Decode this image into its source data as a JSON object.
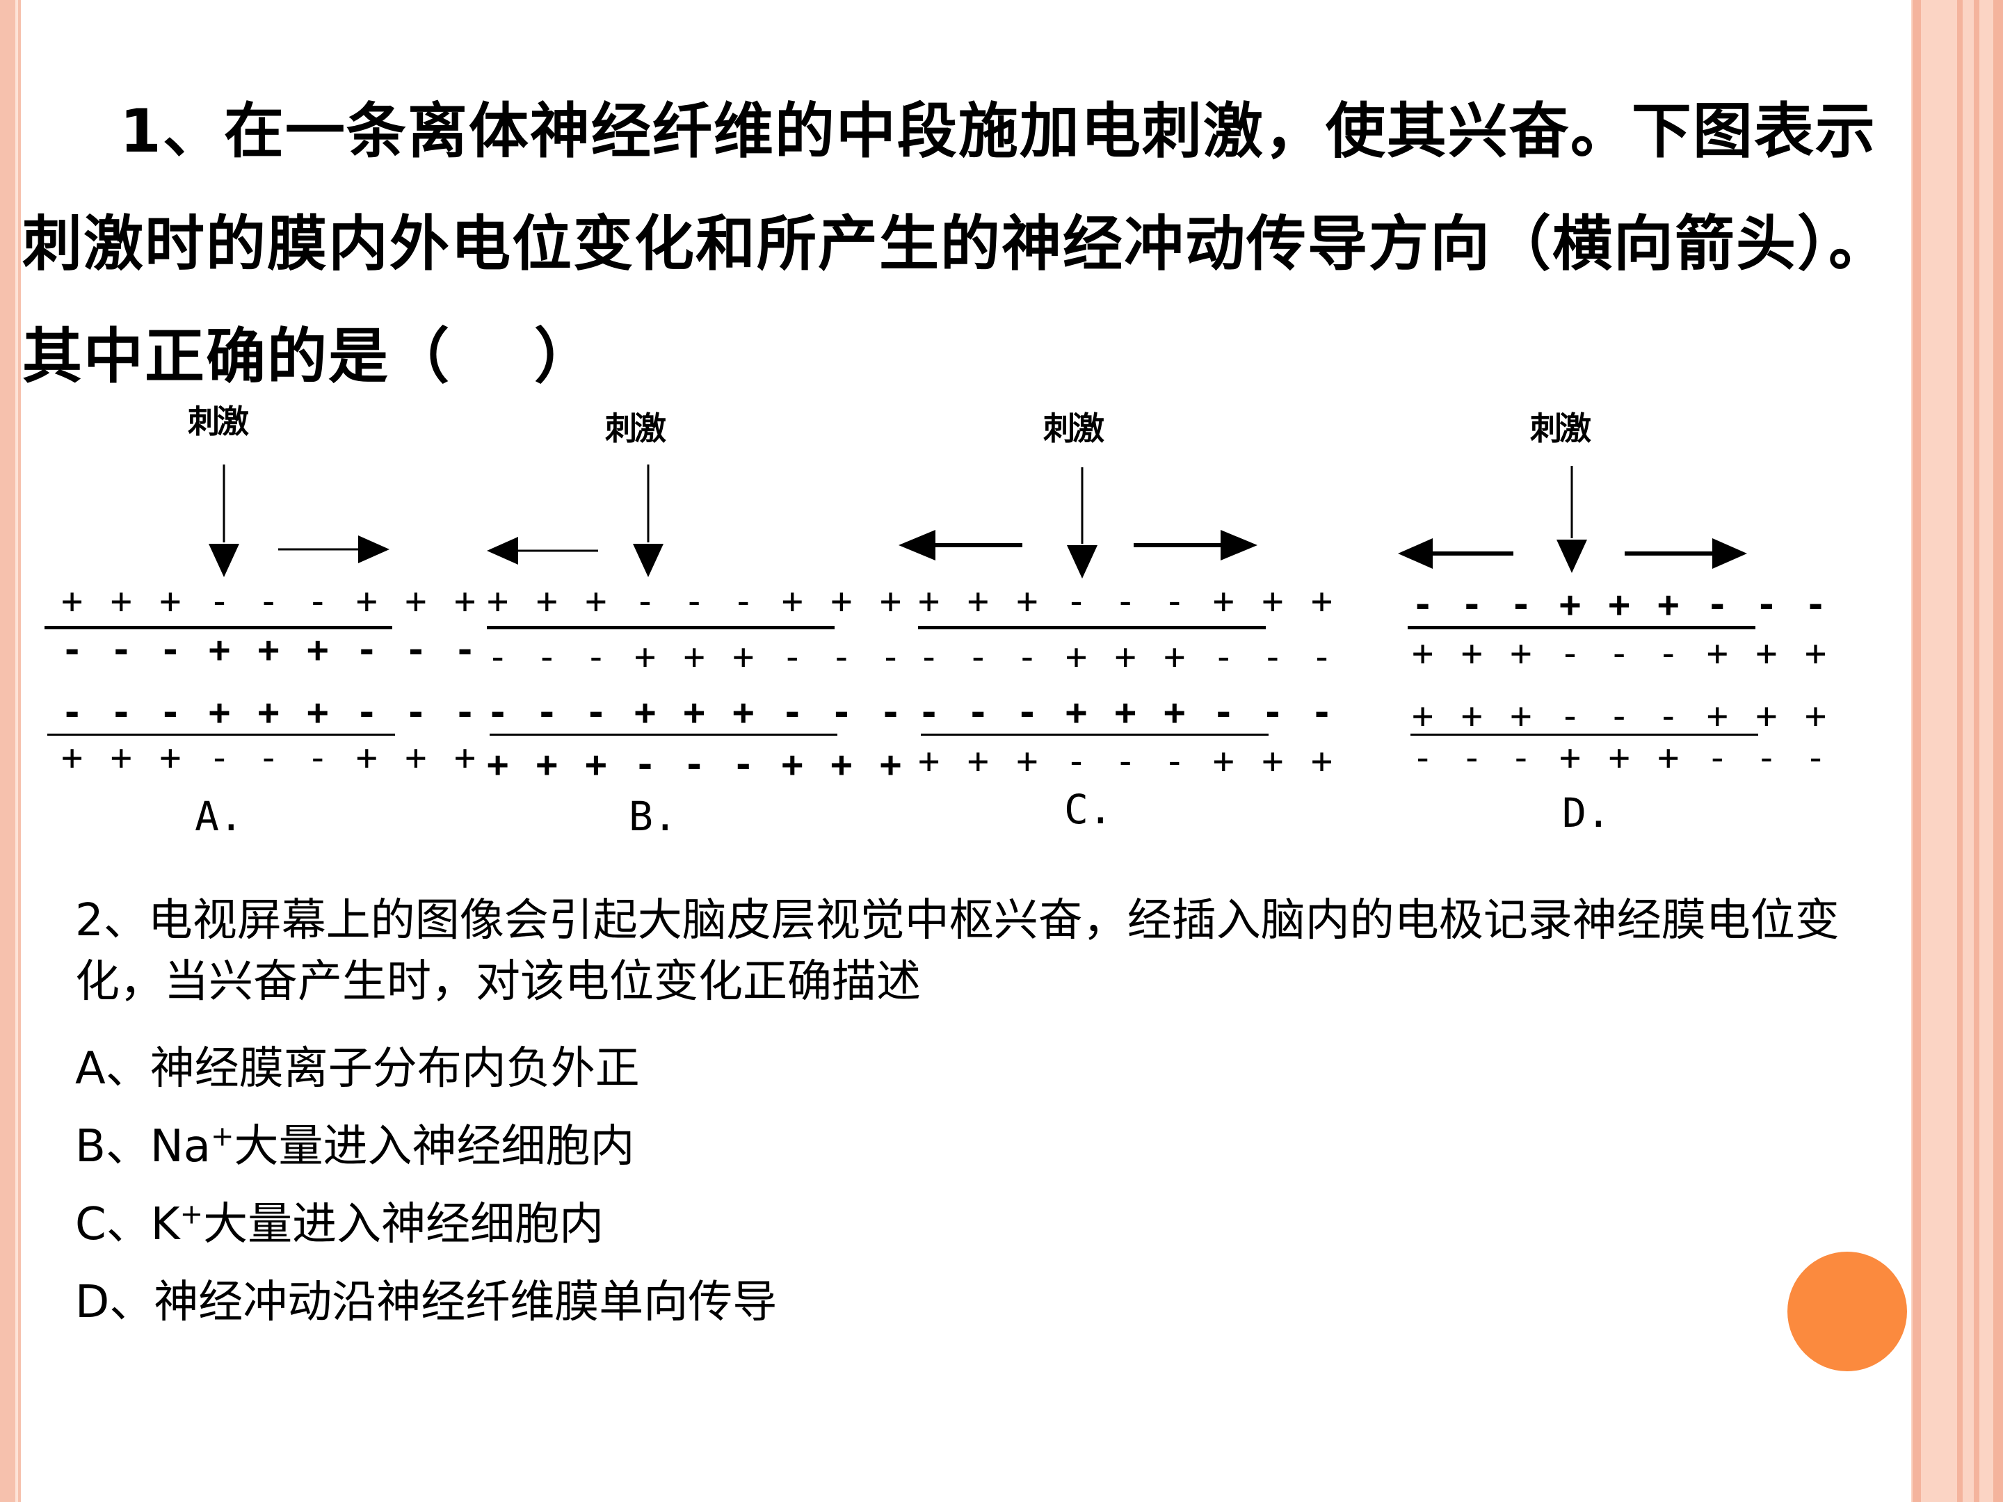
{
  "question1": {
    "text": "1、在一条离体神经纤维的中段施加电刺激，使其兴奋。下图表示刺激时的膜内外电位变化和所产生的神经冲动传导方向（横向箭头）。其中正确的是（　 ）"
  },
  "diagrams": [
    {
      "label": "A.",
      "stimulus": "刺激",
      "upper_outside": "+ + + - - - + + +",
      "upper_inside": "- - - + + + - - -",
      "lower_inside": "- - - + + + - - -",
      "lower_outside": "+ + + - - - + + +",
      "arrows": [
        "right"
      ]
    },
    {
      "label": "B.",
      "stimulus": "刺激",
      "upper_outside": "+ + + - - - + + +",
      "upper_inside": "- - - + + + - - -",
      "lower_inside": "- - - + + + - - -",
      "lower_outside": "+ + + - - - + + +",
      "arrows": [
        "left"
      ]
    },
    {
      "label": "C.",
      "stimulus": "刺激",
      "upper_outside": "+ + + - - - + + +",
      "upper_inside": "- - - + + + - - -",
      "lower_inside": "- - - + + + - - -",
      "lower_outside": "+ + + - - - + + +",
      "arrows": [
        "left",
        "right"
      ]
    },
    {
      "label": "D.",
      "stimulus": "刺激",
      "upper_outside": "- - - + + + - - -",
      "upper_inside": "+ + + - - - + + +",
      "lower_inside": "+ + + - - - + + +",
      "lower_outside": "- - - + + + - - -",
      "arrows": [
        "left",
        "right"
      ]
    }
  ],
  "question2": {
    "stem": "2、电视屏幕上的图像会引起大脑皮层视觉中枢兴奋，经插入脑内的电极记录神经膜电位变化，当兴奋产生时，对该电位变化正确描述",
    "optA": "A、神经膜离子分布内负外正",
    "optB_pre": "B、Na",
    "optB_sup": "+",
    "optB_post": "大量进入神经细胞内",
    "optC_pre": "C、K",
    "optC_sup": "+",
    "optC_post": "大量进入神经细胞内",
    "optD": "D、神经冲动沿神经纤维膜单向传导"
  },
  "colors": {
    "border_pink": "#f6c1ad",
    "accent_orange": "#fb8a3e"
  }
}
